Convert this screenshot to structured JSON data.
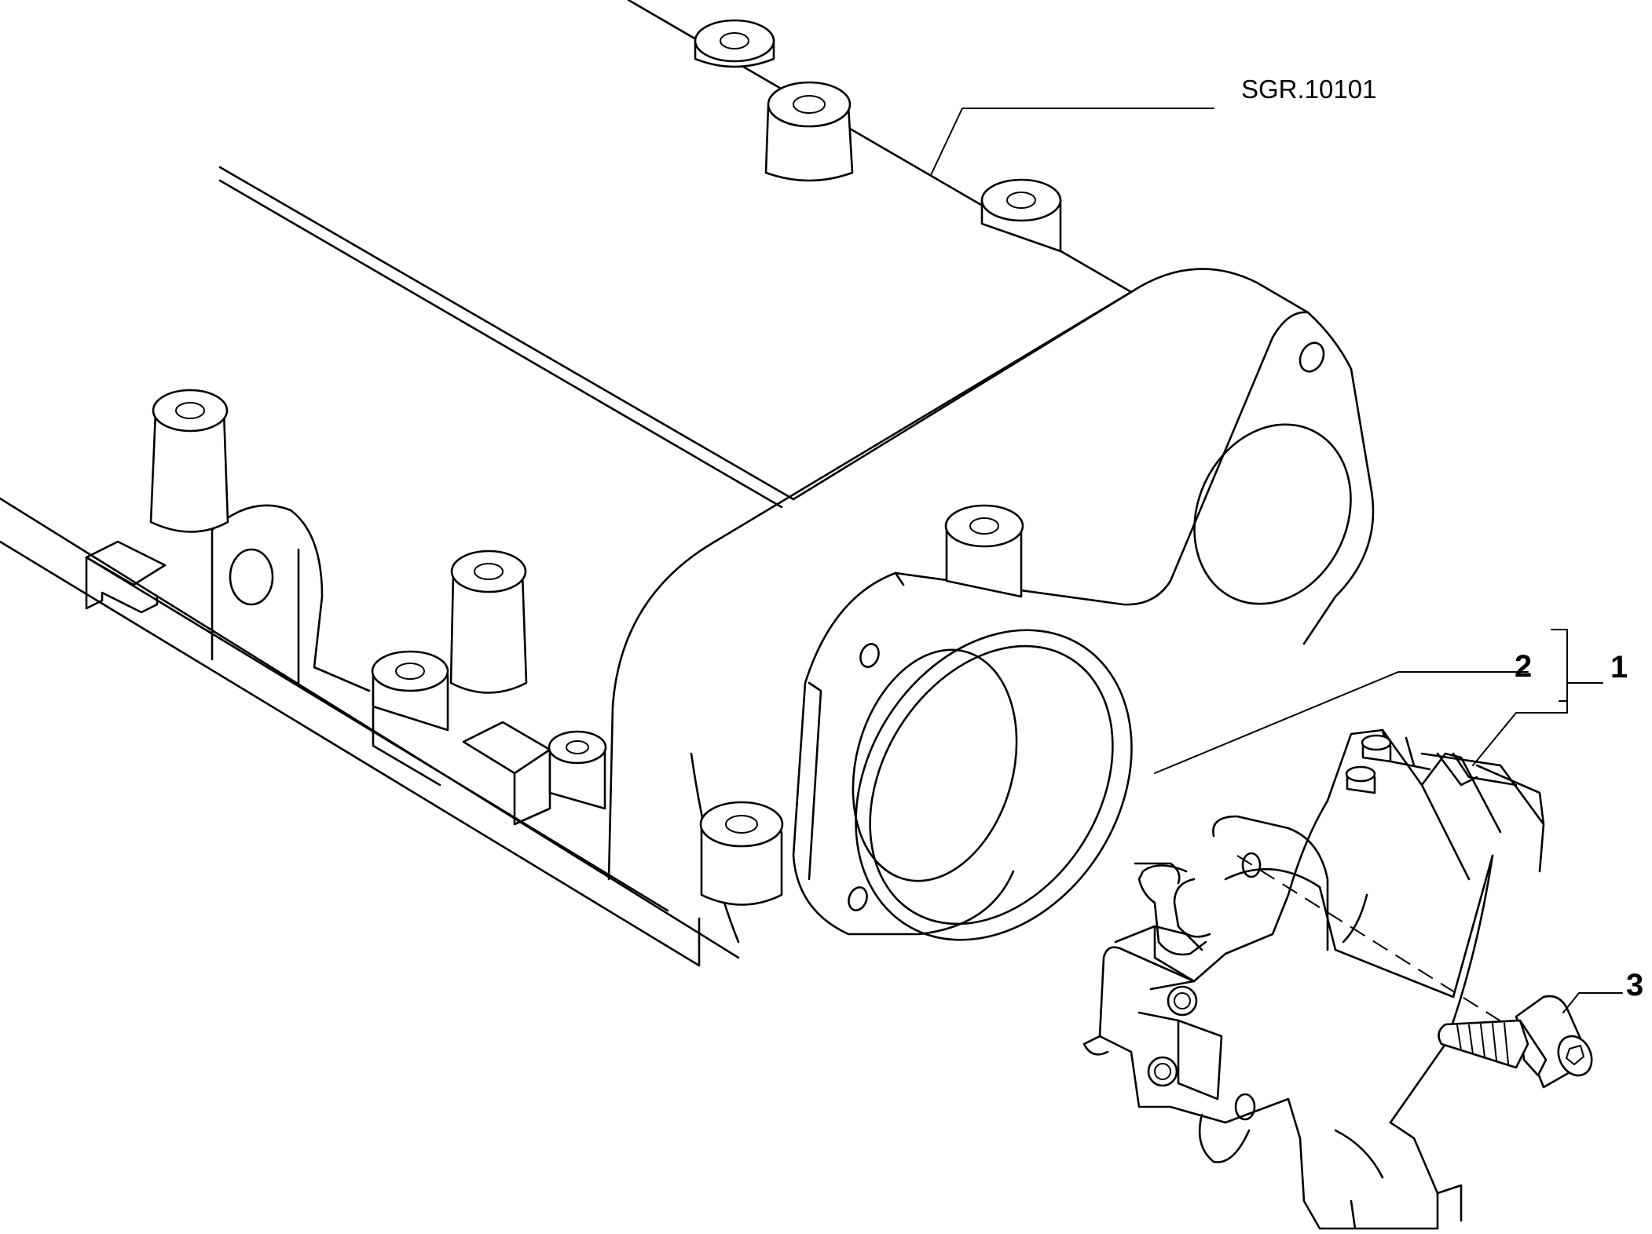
{
  "reference_code": "SGR.10101",
  "callouts": [
    {
      "id": "1",
      "label": "1"
    },
    {
      "id": "2",
      "label": "2"
    },
    {
      "id": "3",
      "label": "3"
    }
  ],
  "colors": {
    "line": "#000000",
    "background": "#ffffff"
  }
}
